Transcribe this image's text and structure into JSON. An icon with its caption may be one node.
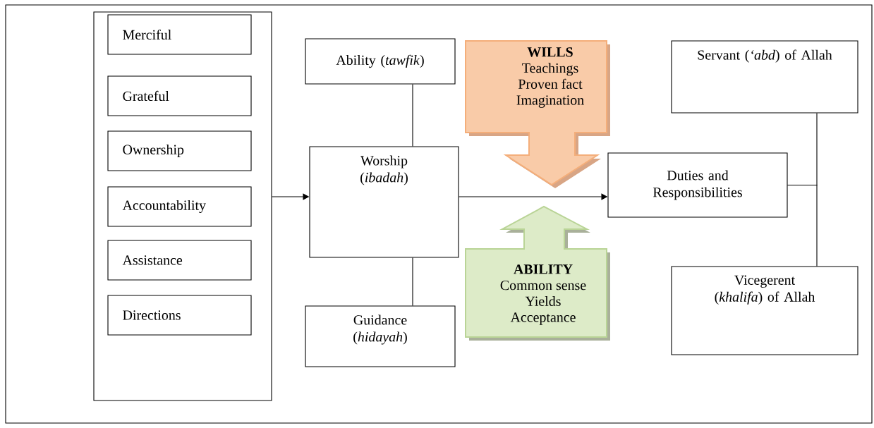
{
  "diagram": {
    "nodes": [
      {
        "text": [],
        "shape": "box"
      },
      {
        "text": [
          "Merciful"
        ],
        "in": 0
      },
      {
        "text": [
          "Grateful"
        ],
        "in": 0
      },
      {
        "text": [
          "Ownership"
        ],
        "in": 0
      },
      {
        "text": [
          "Accountability"
        ],
        "in": 0
      },
      {
        "text": [
          "Assistance"
        ],
        "in": 0
      },
      {
        "text": [
          "Directions"
        ],
        "in": 0
      },
      {
        "text": [
          "Ability (*tawfik*)"
        ]
      },
      {
        "text": [
          "Worship (*ibadah*)"
        ]
      },
      {
        "text": [
          "WILLS",
          "Teachings",
          "Proven fact",
          "Imagination"
        ]
      },
      {
        "text": [
          "Servant (*‘abd*) of Allah"
        ]
      },
      {
        "text": [
          "Duties and Responsibilities"
        ]
      },
      {
        "text": [
          "Guidance (*hidayah*)"
        ]
      },
      {
        "text": [
          "ABILITY",
          "Common sense",
          "Yields",
          "Acceptance"
        ]
      },
      {
        "text": [
          "Vicegerent (*khalifa*) of Allah"
        ]
      }
    ],
    "edges": [
      {
        "from": 0,
        "to": 8,
        "arrow": "to"
      },
      {
        "from": 7,
        "to": 8,
        "arrow": "none"
      },
      {
        "from": 8,
        "to": 12,
        "arrow": "none"
      },
      {
        "from": 8,
        "to": 11,
        "arrow": "to"
      },
      {
        "from": 11,
        "to": 10,
        "arrow": "none"
      },
      {
        "from": 11,
        "to": 14,
        "arrow": "none"
      }
    ]
  }
}
